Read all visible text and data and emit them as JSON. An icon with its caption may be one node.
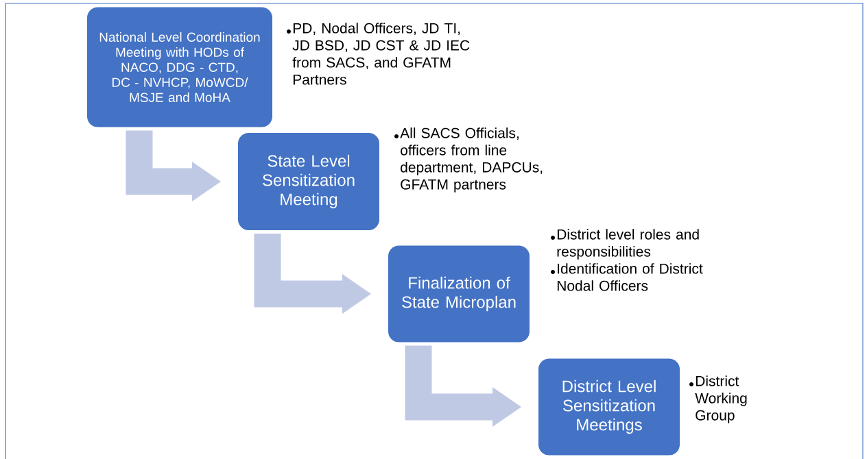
{
  "diagram": {
    "nodes": [
      {
        "text": [
          "National Level Coordination Meeting with HODs of NACO, DDG - CTD, DC - NVHCP, MoWCD/ MSJE and MoHA"
        ],
        "beside": [
          "PD, Nodal Officers, JD TI, JD BSD, JD CST & JD IEC from SACS, and GFATM Partners"
        ]
      },
      {
        "text": [
          "State Level Sensitization Meeting"
        ],
        "beside": [
          "All SACS Officials, officers from line department, DAPCUs, GFATM partners"
        ]
      },
      {
        "text": [
          "Finalization of State Microplan"
        ],
        "beside": [
          "District level roles and responsibilities",
          "Identification of District Nodal Officers"
        ]
      },
      {
        "text": [
          "District Level Sensitization Meetings"
        ],
        "beside": [
          "District Working Group"
        ]
      }
    ],
    "edges": [
      {
        "from": 0,
        "to": 1,
        "arrow": "to"
      },
      {
        "from": 1,
        "to": 2,
        "arrow": "to"
      },
      {
        "from": 2,
        "to": 3,
        "arrow": "to"
      }
    ]
  }
}
